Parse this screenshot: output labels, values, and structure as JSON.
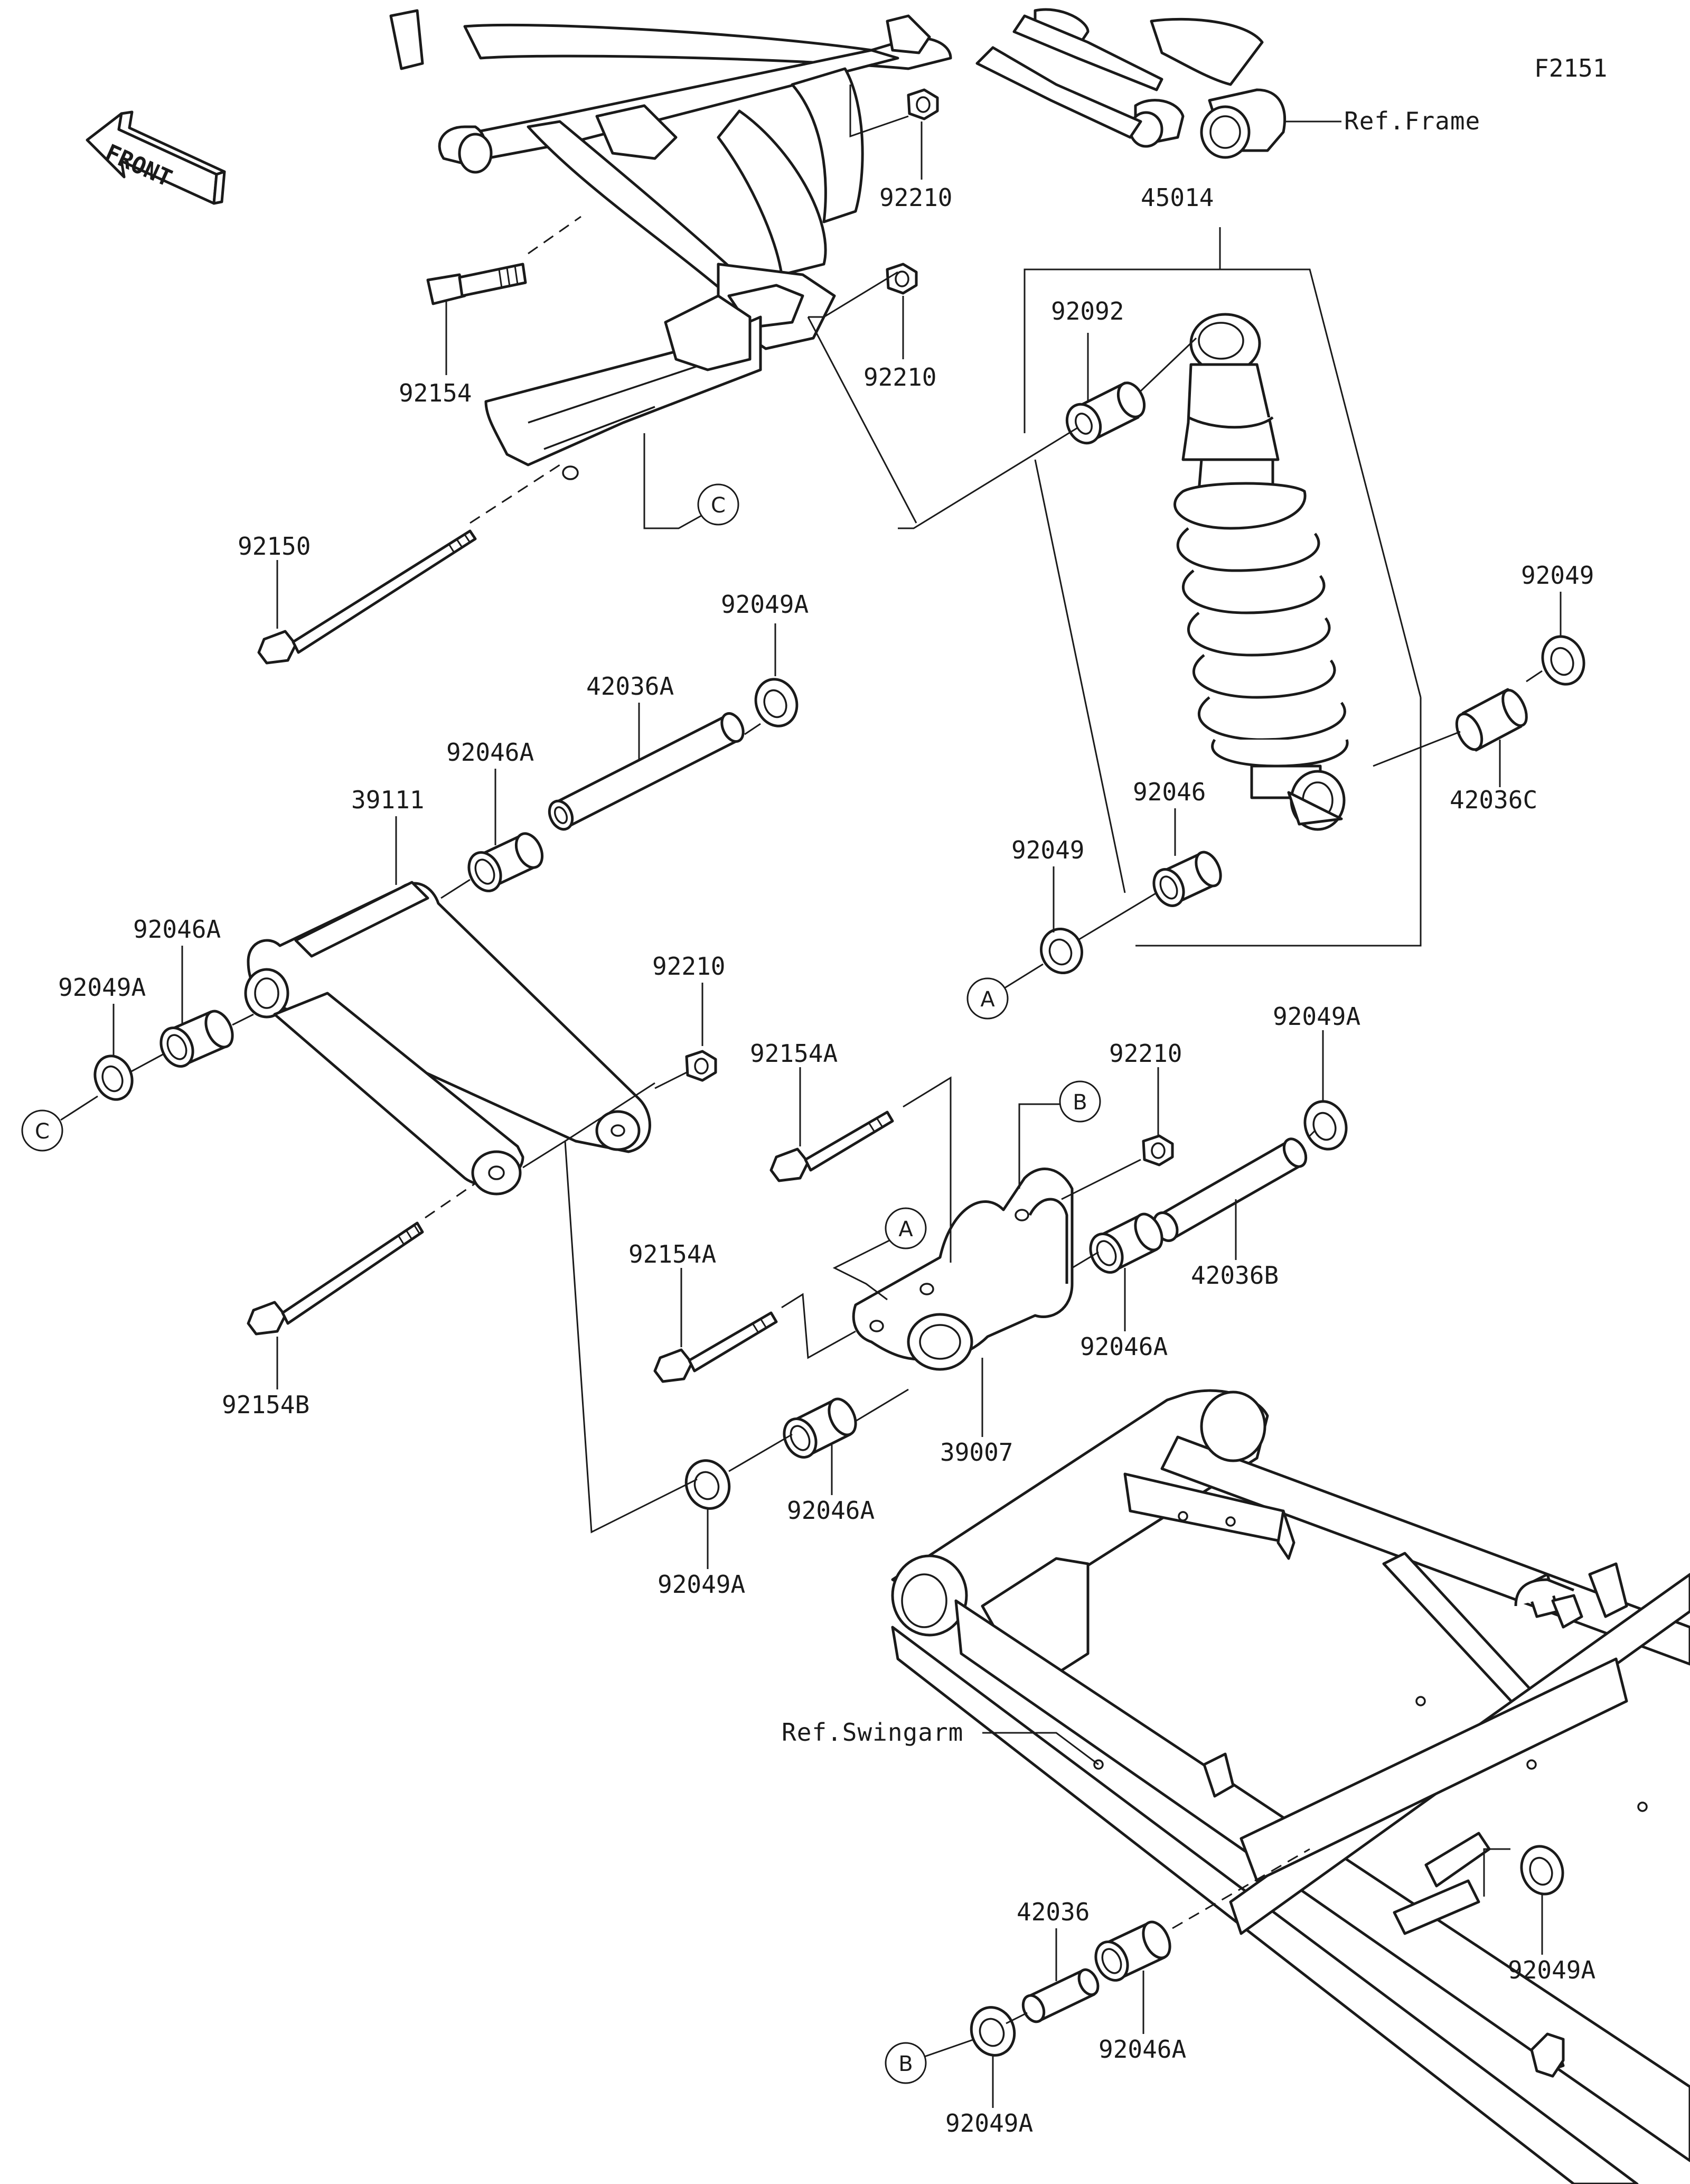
{
  "figure_code": "F2151",
  "direction_badge": {
    "label": "FRONT",
    "icon": "front-arrow-icon"
  },
  "references": {
    "frame": "Ref.Frame",
    "swingarm": "Ref.Swingarm"
  },
  "callouts": {
    "a": "A",
    "b": "B",
    "c": "C"
  },
  "parts": {
    "p92210_top": "92210",
    "p45014": "45014",
    "p92092": "92092",
    "p92154": "92154",
    "p92210_mid": "92210",
    "p92150": "92150",
    "p92049A_top": "92049A",
    "p42036A": "42036A",
    "p92046A_left": "92046A",
    "p39111": "39111",
    "p92049_right": "92049",
    "p92046": "92046",
    "p42036C": "42036C",
    "p92049_shock": "92049",
    "p92046A_far": "92046A",
    "p92049A_left": "92049A",
    "p92210_link": "92210",
    "p92154A_top": "92154A",
    "p92210_rocker": "92210",
    "p92049A_rocker": "92049A",
    "p92154A_mid": "92154A",
    "p42036B": "42036B",
    "p92046A_rocker": "92046A",
    "p92154B": "92154B",
    "p39007": "39007",
    "p92046A_low": "92046A",
    "p92049A_low": "92049A",
    "p42036": "42036",
    "p92049A_swing": "92049A",
    "p92046A_swing": "92046A",
    "p92049A_bottom": "92049A"
  }
}
